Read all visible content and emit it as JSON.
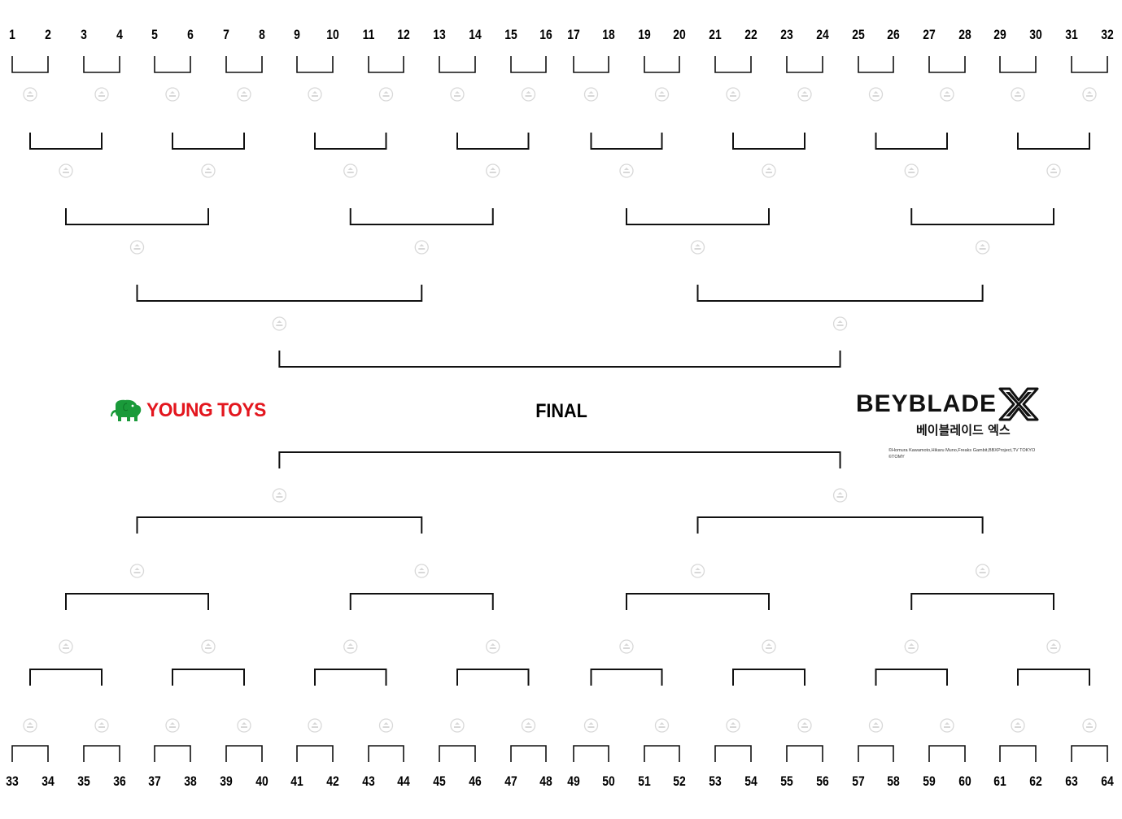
{
  "bracket": {
    "top_numbers": [
      "1",
      "2",
      "3",
      "4",
      "5",
      "6",
      "7",
      "8",
      "9",
      "10",
      "11",
      "12",
      "13",
      "14",
      "15",
      "16",
      "17",
      "18",
      "19",
      "20",
      "21",
      "22",
      "23",
      "24",
      "25",
      "26",
      "27",
      "28",
      "29",
      "30",
      "31",
      "32"
    ],
    "bottom_numbers": [
      "33",
      "34",
      "35",
      "36",
      "37",
      "38",
      "39",
      "40",
      "41",
      "42",
      "43",
      "44",
      "45",
      "46",
      "47",
      "48",
      "49",
      "50",
      "51",
      "52",
      "53",
      "54",
      "55",
      "56",
      "57",
      "58",
      "59",
      "60",
      "61",
      "62",
      "63",
      "64"
    ],
    "final_label": "FINAL",
    "line_color": "#111111",
    "watermark_color": "#d8d8d8",
    "watermark_icon": "stadium-icon"
  },
  "branding": {
    "young_toys": {
      "text": "YOUNG TOYS",
      "color": "#e3161e",
      "icon": "elephant-icon",
      "icon_color": "#1a9a3a"
    },
    "beyblade": {
      "title": "BEYBLADE",
      "x_mark": "X",
      "subtitle": "베이블레이드 엑스"
    },
    "copyright": "©Homura Kawamoto,Hikaru Muno,Freaks Gambit,BBXProject,TV TOKYO\n©TOMY"
  }
}
